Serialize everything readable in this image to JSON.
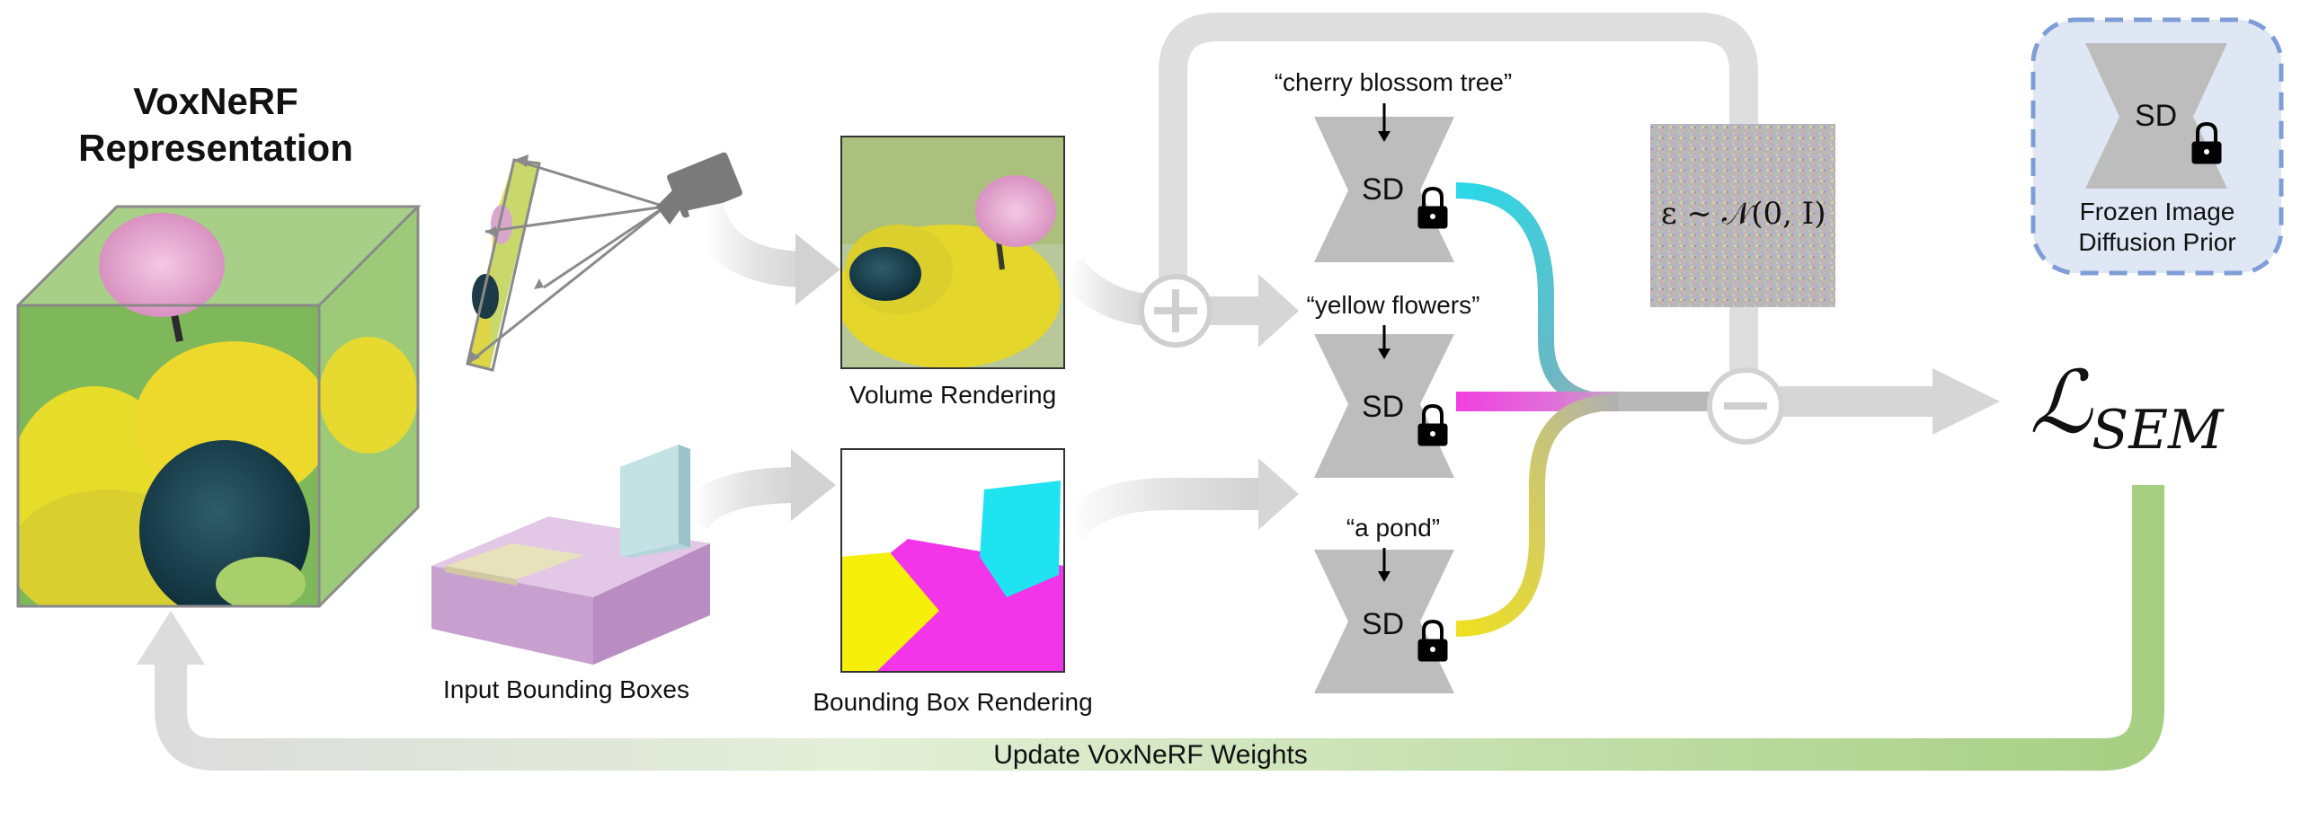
{
  "title": {
    "line1": "VoxNeRF",
    "line2": "Representation"
  },
  "captions": {
    "volume_rendering": "Volume Rendering",
    "input_bounding_boxes": "Input Bounding Boxes",
    "bounding_box_rendering": "Bounding Box Rendering",
    "update_weights": "Update VoxNeRF Weights"
  },
  "prompts": [
    "“cherry blossom tree”",
    "“yellow flowers”",
    "“a pond”"
  ],
  "sd_label": "SD",
  "noise_formula": "ε ~ 𝒩(0, I)",
  "loss": {
    "symbol": "ℒ",
    "subscript": "SEM"
  },
  "prior": {
    "sd_label": "SD",
    "line1": "Frozen Image",
    "line2": "Diffusion Prior"
  },
  "colors": {
    "cherry": "#2ad8e8",
    "flowers": "#f040e0",
    "pond": "#f0e020",
    "arrow_gray": "#d6d6d6",
    "update_green": "#a6cf82",
    "prior_bg": "#dfe7f4",
    "prior_border": "#7f9dd6",
    "sd_gray": "#bdbdbd"
  },
  "icons": [
    "lock-icon",
    "camera-icon",
    "plus-icon",
    "minus-icon"
  ]
}
